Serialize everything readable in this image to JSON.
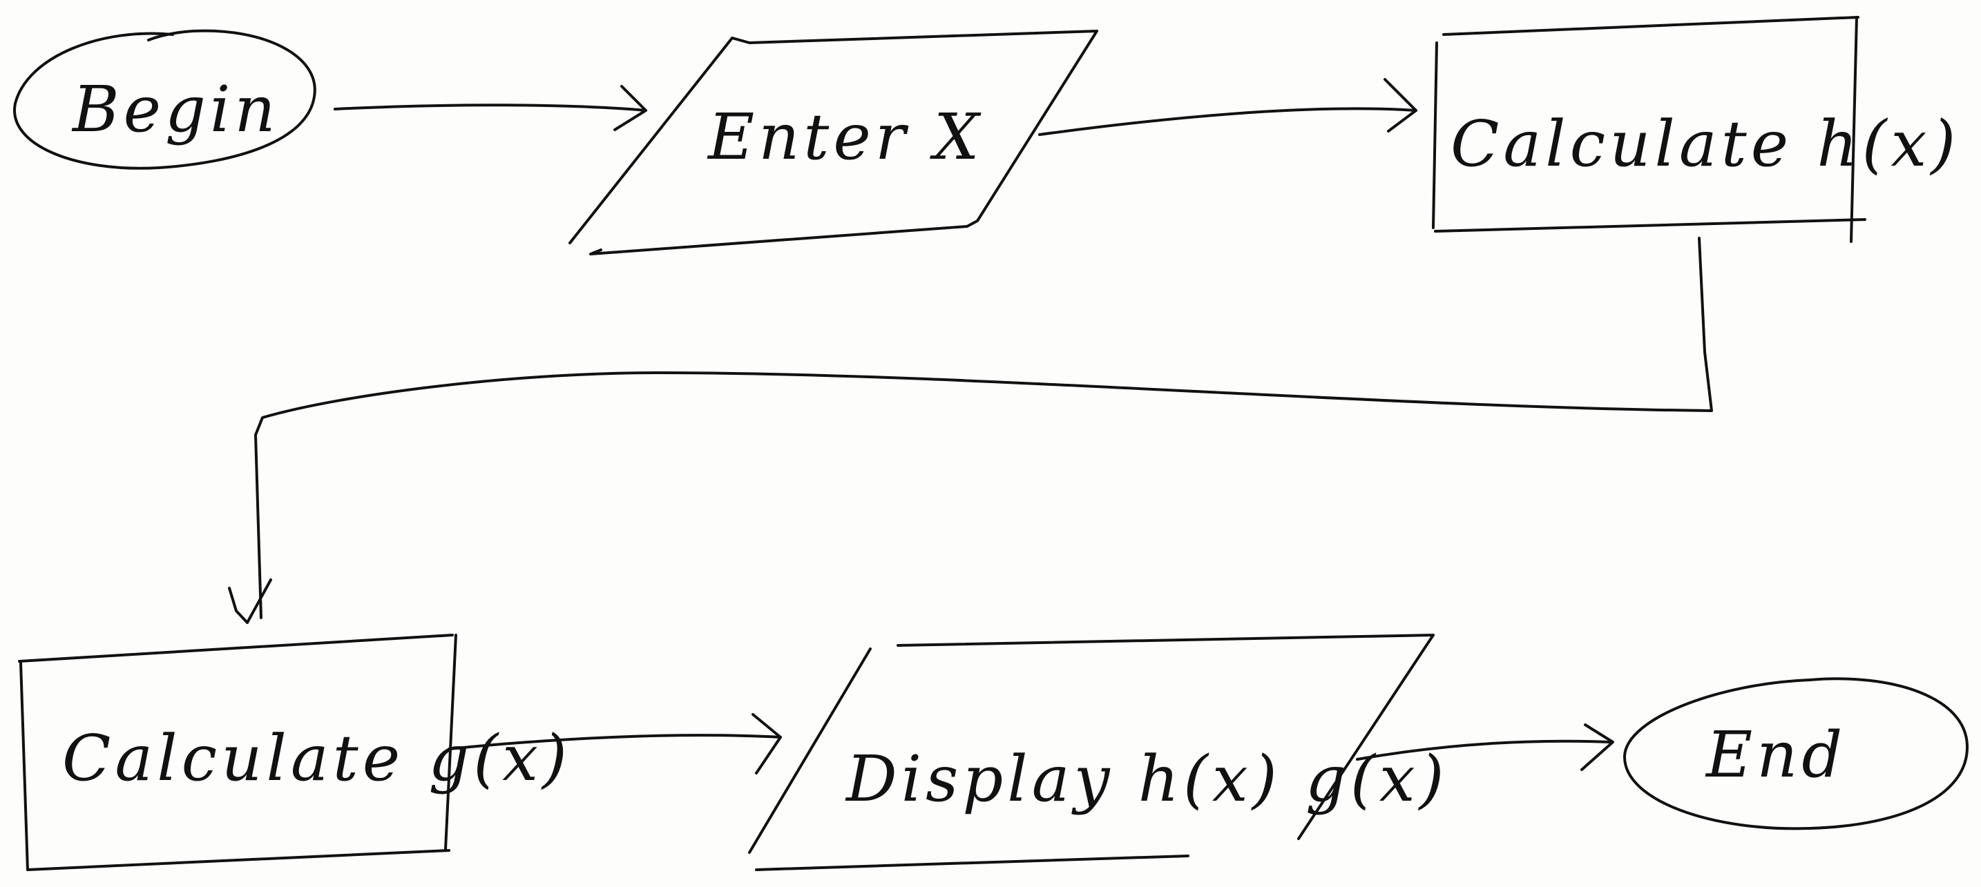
{
  "nodes": {
    "begin": {
      "label": "Begin",
      "shape": "terminator"
    },
    "enter_x": {
      "label": "Enter X",
      "shape": "input-output"
    },
    "calc_h": {
      "label": "Calculate h(x)",
      "shape": "process"
    },
    "calc_g": {
      "label": "Calculate g(x)",
      "shape": "process"
    },
    "display": {
      "label": "Display h(x) g(x)",
      "shape": "input-output"
    },
    "end": {
      "label": "End",
      "shape": "terminator"
    }
  },
  "edges": [
    {
      "from": "begin",
      "to": "enter_x"
    },
    {
      "from": "enter_x",
      "to": "calc_h"
    },
    {
      "from": "calc_h",
      "to": "calc_g"
    },
    {
      "from": "calc_g",
      "to": "display"
    },
    {
      "from": "display",
      "to": "end"
    }
  ]
}
